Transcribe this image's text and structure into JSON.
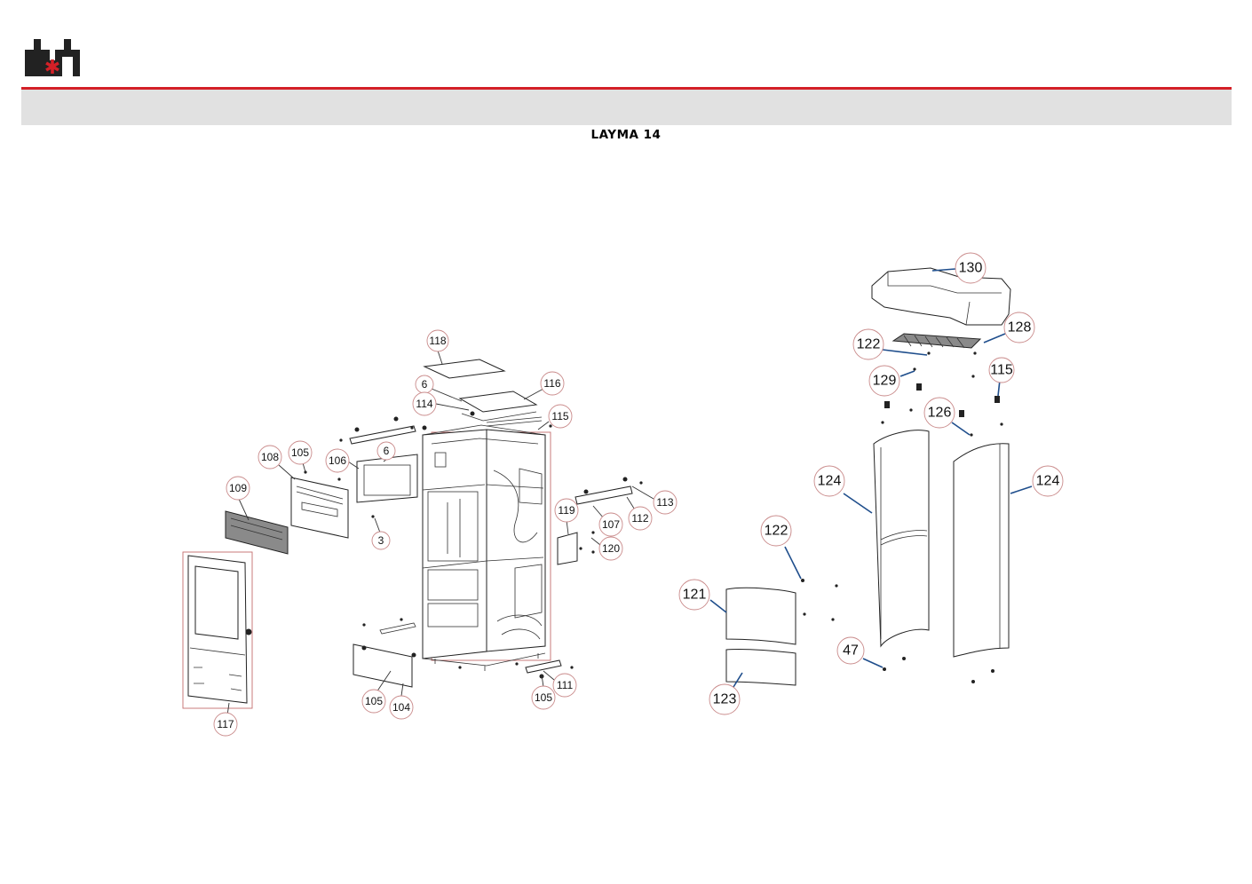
{
  "document": {
    "title": "LAYMA 14",
    "logo_icon": "stove-chimney-asterisk-logo",
    "brand_colors": {
      "rule": "#d42027",
      "band": "#e1e1e1",
      "asterisk": "#d42027"
    }
  },
  "diagram": {
    "callouts_left": [
      {
        "id": "c-118",
        "label": "118"
      },
      {
        "id": "c-6a",
        "label": "6"
      },
      {
        "id": "c-114",
        "label": "114"
      },
      {
        "id": "c-116",
        "label": "116"
      },
      {
        "id": "c-115a",
        "label": "115"
      },
      {
        "id": "c-108",
        "label": "108"
      },
      {
        "id": "c-105a",
        "label": "105"
      },
      {
        "id": "c-106",
        "label": "106"
      },
      {
        "id": "c-6b",
        "label": "6"
      },
      {
        "id": "c-109",
        "label": "109"
      },
      {
        "id": "c-3",
        "label": "3"
      },
      {
        "id": "c-119",
        "label": "119"
      },
      {
        "id": "c-107",
        "label": "107"
      },
      {
        "id": "c-112",
        "label": "112"
      },
      {
        "id": "c-113",
        "label": "113"
      },
      {
        "id": "c-120",
        "label": "120"
      },
      {
        "id": "c-105b",
        "label": "105"
      },
      {
        "id": "c-104",
        "label": "104"
      },
      {
        "id": "c-105c",
        "label": "105"
      },
      {
        "id": "c-111",
        "label": "111"
      },
      {
        "id": "c-117",
        "label": "117"
      }
    ],
    "callouts_right": [
      {
        "id": "c-130",
        "label": "130"
      },
      {
        "id": "c-128",
        "label": "128"
      },
      {
        "id": "c-122a",
        "label": "122"
      },
      {
        "id": "c-115b",
        "label": "115"
      },
      {
        "id": "c-129",
        "label": "129"
      },
      {
        "id": "c-126",
        "label": "126"
      },
      {
        "id": "c-124a",
        "label": "124"
      },
      {
        "id": "c-124b",
        "label": "124"
      },
      {
        "id": "c-122b",
        "label": "122"
      },
      {
        "id": "c-121",
        "label": "121"
      },
      {
        "id": "c-47",
        "label": "47"
      },
      {
        "id": "c-123",
        "label": "123"
      }
    ]
  }
}
